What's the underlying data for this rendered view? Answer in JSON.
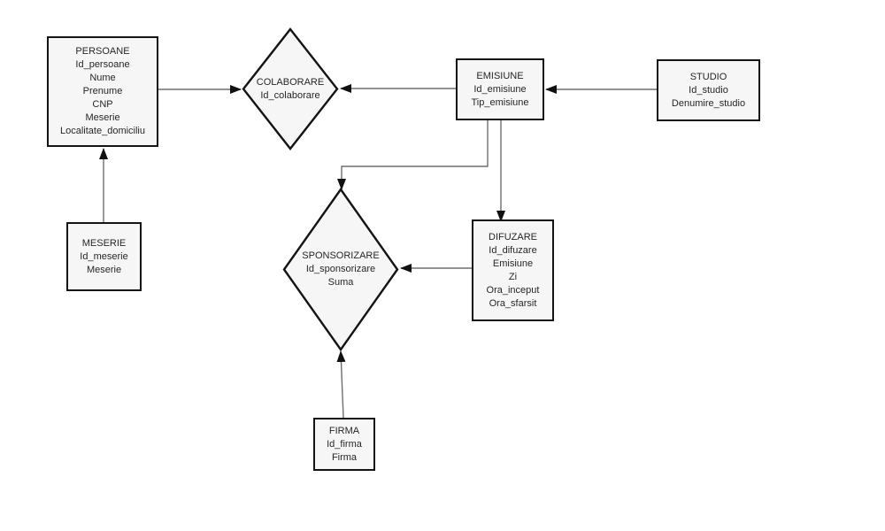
{
  "colors": {
    "background": "#ffffff",
    "shape_fill": "#f6f6f6",
    "shape_border": "#141414",
    "connector_line": "#6e6e6e",
    "arrowhead": "#111111",
    "text": "#262626"
  },
  "entities": {
    "persoane": {
      "title": "PERSOANE",
      "attrs": [
        "Id_persoane",
        "Nume",
        "Prenume",
        "CNP",
        "Meserie",
        "Localitate_domiciliu"
      ]
    },
    "emisiune": {
      "title": "EMISIUNE",
      "attrs": [
        "Id_emisiune",
        "Tip_emisiune"
      ]
    },
    "studio": {
      "title": "STUDIO",
      "attrs": [
        "Id_studio",
        "Denumire_studio"
      ]
    },
    "meserie": {
      "title": "MESERIE",
      "attrs": [
        "Id_meserie",
        "Meserie"
      ]
    },
    "difuzare": {
      "title": "DIFUZARE",
      "attrs": [
        "Id_difuzare",
        "Emisiune",
        "Zi",
        "Ora_inceput",
        "Ora_sfarsit"
      ]
    },
    "firma": {
      "title": "FIRMA",
      "attrs": [
        "Id_firma",
        "Firma"
      ]
    }
  },
  "relationships": {
    "colaborare": {
      "title": "COLABORARE",
      "attrs": [
        "Id_colaborare"
      ]
    },
    "sponsorizare": {
      "title": "SPONSORIZARE",
      "attrs": [
        "Id_sponsorizare",
        "Suma"
      ]
    }
  },
  "connections": [
    {
      "from": "PERSOANE",
      "to": "COLABORARE"
    },
    {
      "from": "EMISIUNE",
      "to": "COLABORARE"
    },
    {
      "from": "STUDIO",
      "to": "EMISIUNE"
    },
    {
      "from": "MESERIE",
      "to": "PERSOANE"
    },
    {
      "from": "EMISIUNE",
      "to": "SPONSORIZARE"
    },
    {
      "from": "EMISIUNE",
      "to": "DIFUZARE"
    },
    {
      "from": "DIFUZARE",
      "to": "SPONSORIZARE"
    },
    {
      "from": "FIRMA",
      "to": "SPONSORIZARE"
    }
  ]
}
